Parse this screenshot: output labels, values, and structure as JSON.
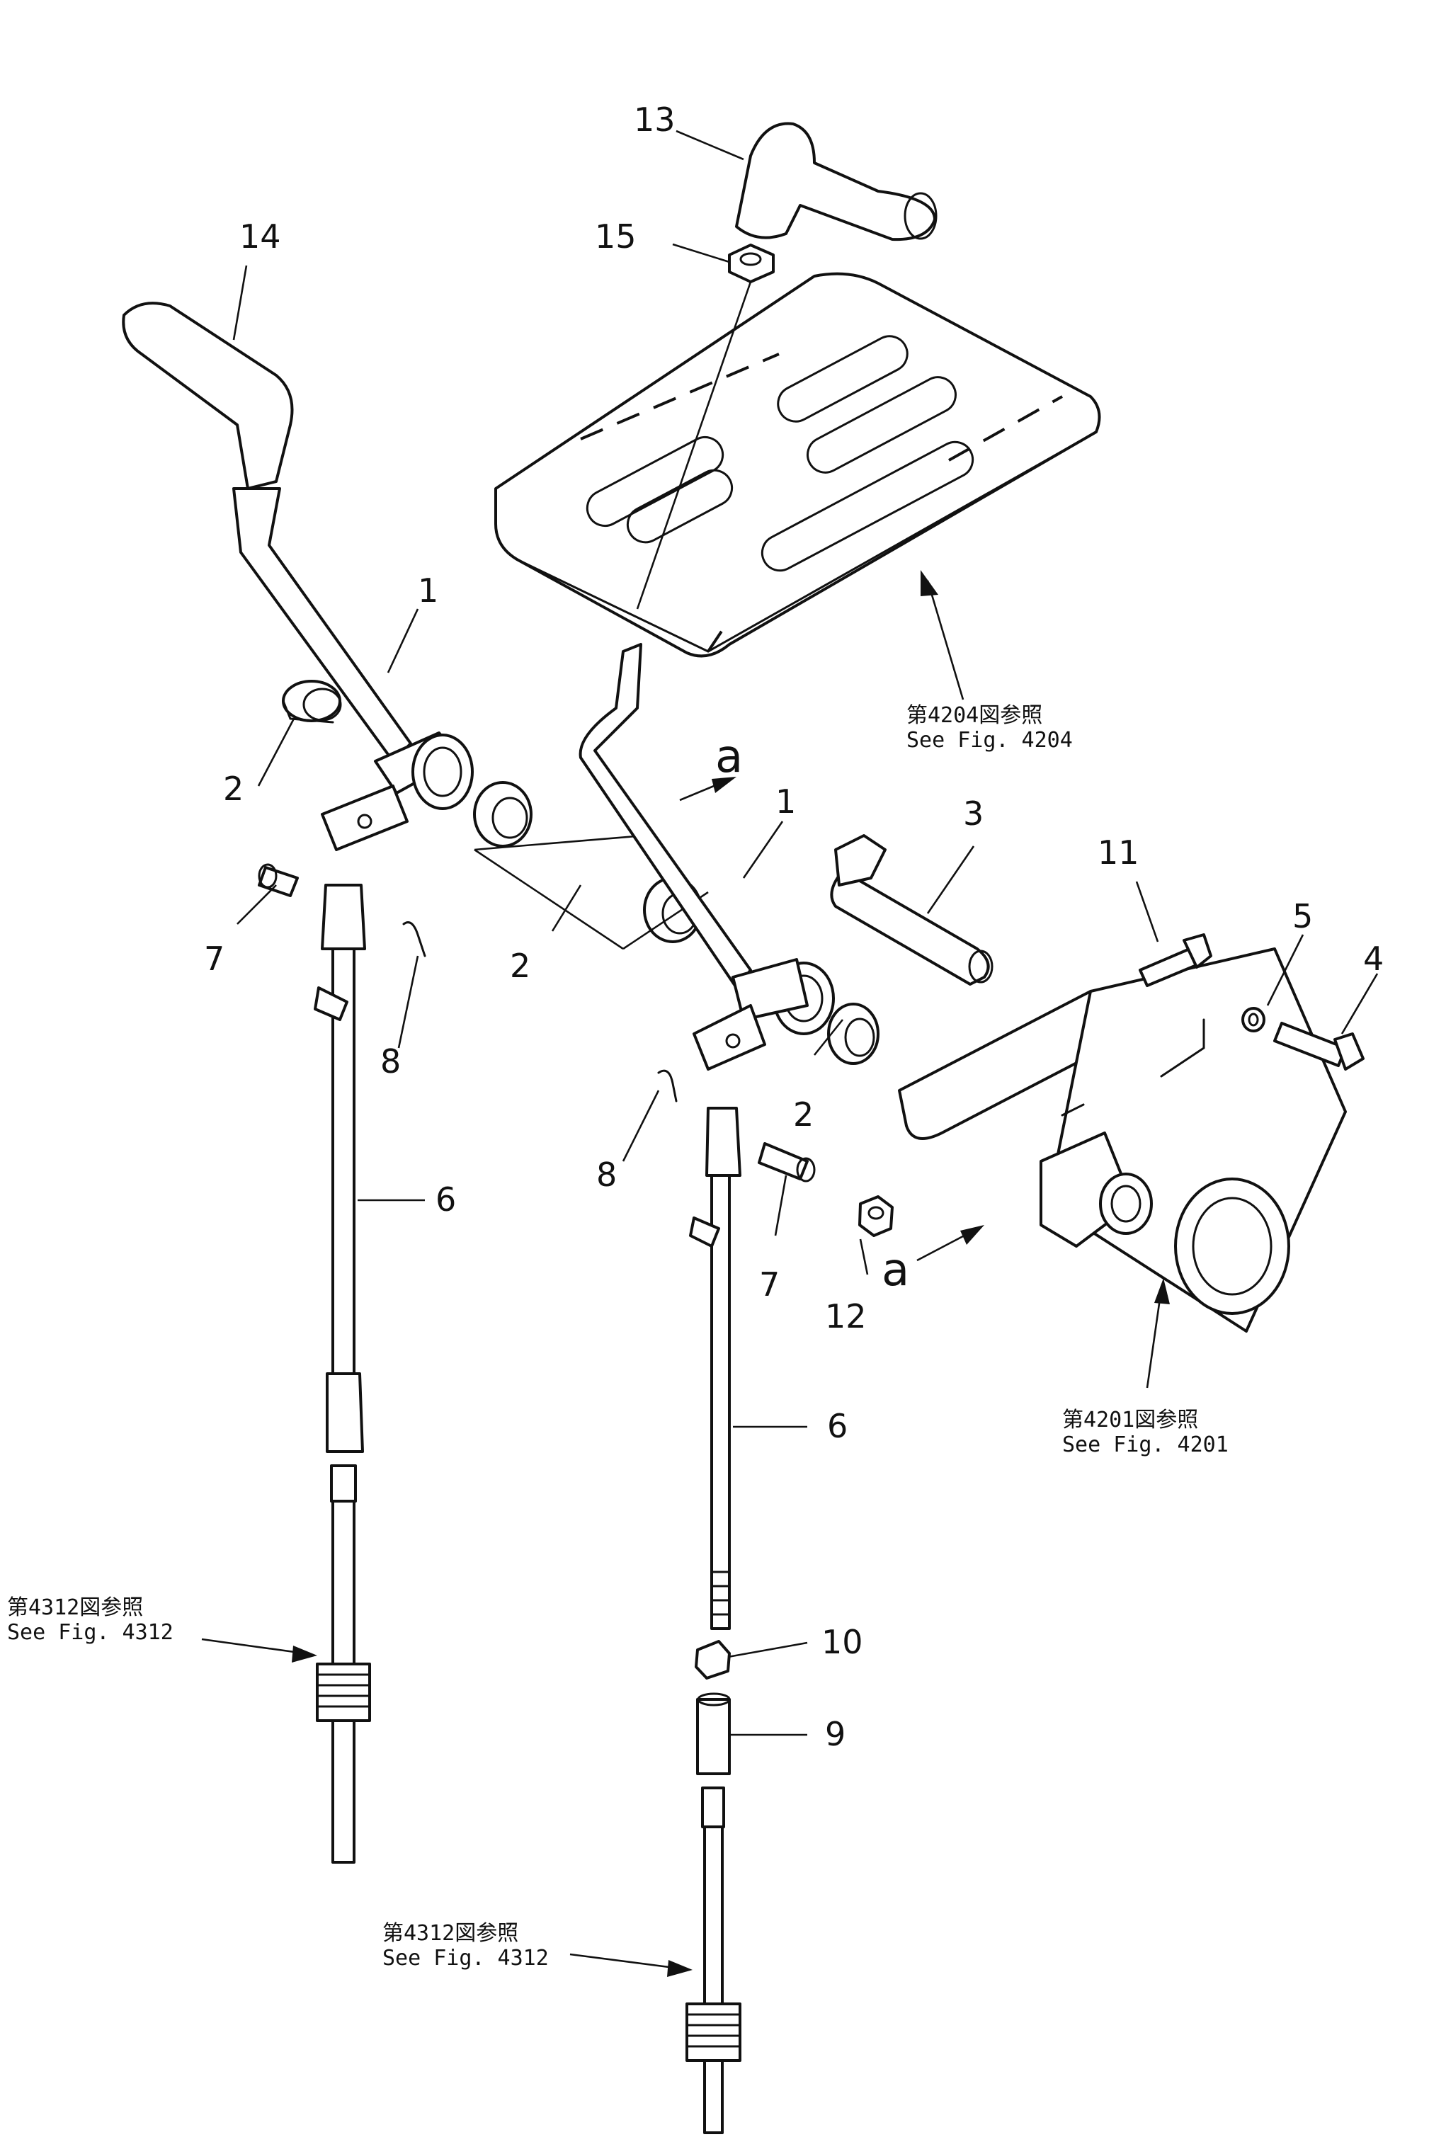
{
  "callouts": {
    "c1a": "1",
    "c1b": "1",
    "c2a": "2",
    "c2b": "2",
    "c2c": "2",
    "c3": "3",
    "c4": "4",
    "c5": "5",
    "c6a": "6",
    "c6b": "6",
    "c7a": "7",
    "c7b": "7",
    "c8a": "8",
    "c8b": "8",
    "c9": "9",
    "c10": "10",
    "c11": "11",
    "c12": "12",
    "c13": "13",
    "c14": "14",
    "c15": "15"
  },
  "view_letters": {
    "top": "a",
    "bottom": "a"
  },
  "references": {
    "fig4204": {
      "jp": "第4204図参照",
      "en": "See  Fig. 4204"
    },
    "fig4201": {
      "jp": "第4201図参照",
      "en": "See  Fig. 4201"
    },
    "fig4312_left": {
      "jp": "第4312図参照",
      "en": "See  Fig. 4312"
    },
    "fig4312_bottom": {
      "jp": "第4312図参照",
      "en": "See  Fig. 4312"
    }
  }
}
